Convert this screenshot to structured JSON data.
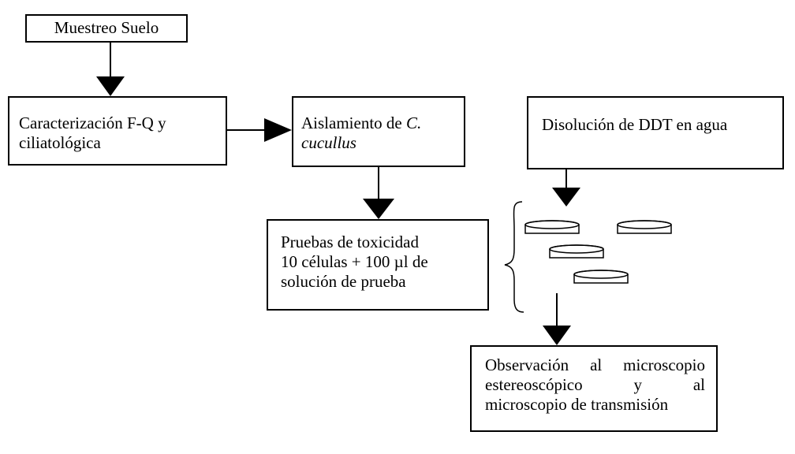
{
  "nodes": {
    "muestreo": {
      "label": "Muestreo Suelo"
    },
    "caracterizacion": {
      "line1": "Caracterización F-Q y",
      "line2": "ciliatológica"
    },
    "aislamiento": {
      "line1_prefix": "Aislamiento de ",
      "line1_italic": "C.",
      "line2_italic": "cucullus"
    },
    "disolucion": {
      "label": "Disolución de DDT en agua"
    },
    "pruebas": {
      "line1": "Pruebas de toxicidad",
      "line2": "10 células + 100 µl de",
      "line3": "solución de prueba"
    },
    "observacion": {
      "line1_words": [
        "Observación",
        "al",
        "microscopio"
      ],
      "line2_words": [
        "estereoscópico",
        "y",
        "al"
      ],
      "line3": "microscopio de transmisión"
    }
  }
}
